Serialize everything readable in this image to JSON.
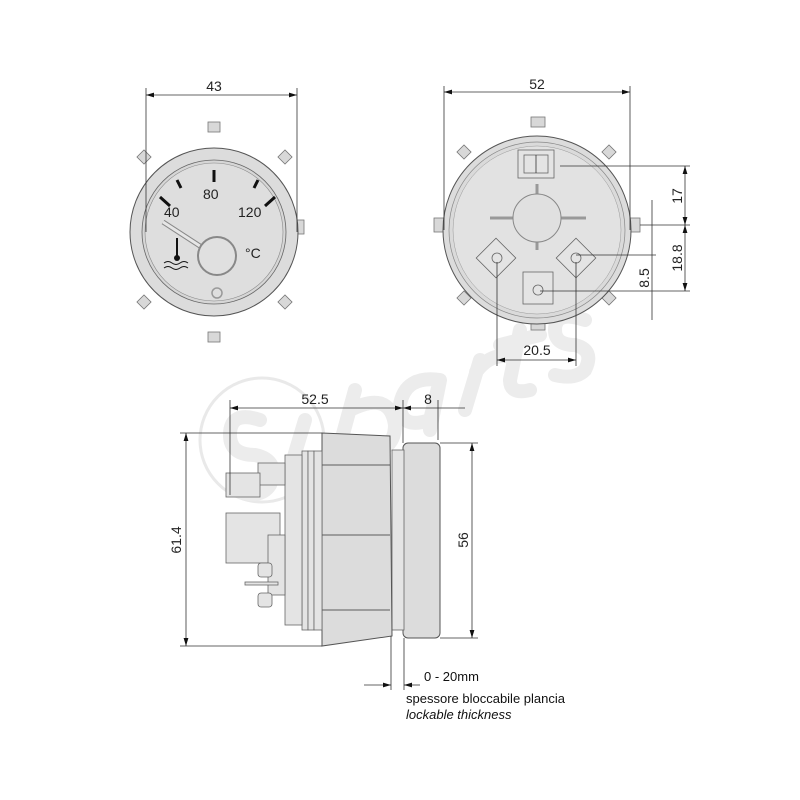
{
  "front_view": {
    "width_dim": "43",
    "scale_labels": [
      "40",
      "80",
      "120"
    ],
    "unit": "°C",
    "icon": "coolant-temperature-icon"
  },
  "back_view": {
    "width_dim": "52",
    "dims": {
      "top": "17",
      "middle": "18.8",
      "lower": "8.5",
      "spacing": "20.5"
    }
  },
  "side_view": {
    "depth_dim": "52.5",
    "bezel_dim": "8",
    "overall_height": "61.4",
    "bezel_height": "56",
    "thickness_range": "0 - 20mm",
    "note_it": "spessore bloccabile plancia",
    "note_en": "lockable thickness"
  },
  "watermark": {
    "text": "siparts",
    "color": "#e6e6e6"
  },
  "colors": {
    "body": "#dcdcdc",
    "line": "#333333"
  }
}
